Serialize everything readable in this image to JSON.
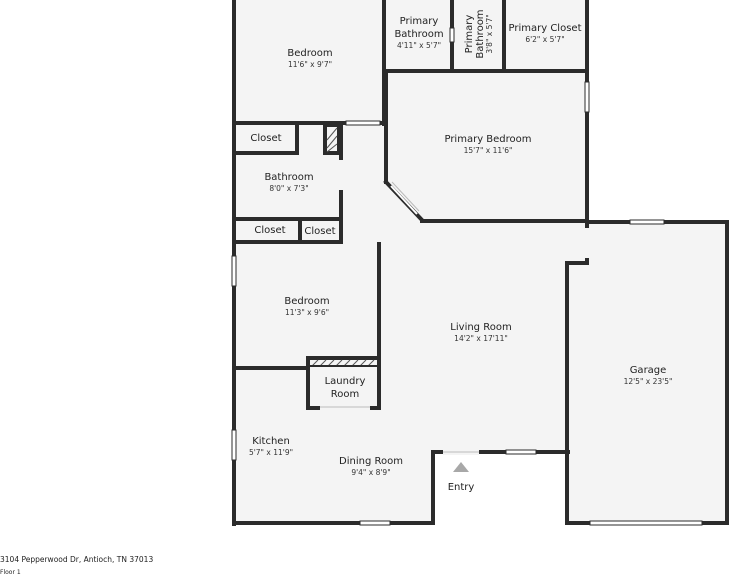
{
  "colors": {
    "wall": "#2b2b2b",
    "floor": "#f4f4f4",
    "window": "#ffffff",
    "text": "#222222"
  },
  "rooms": {
    "bedroom_top": {
      "name": "Bedroom",
      "dims": "11'6\" x 9'7\""
    },
    "primary_bathroom": {
      "name_line1": "Primary",
      "name_line2": "Bathroom",
      "dims": "4'11\" x 5'7\""
    },
    "primary_bathroom_small": {
      "name_line1": "Primary",
      "name_line2": "Bathroom",
      "dims": "3'8\" x 5'7\""
    },
    "primary_closet": {
      "name": "Primary Closet",
      "dims": "6'2\" x 5'7\""
    },
    "closet_1": {
      "name": "Closet"
    },
    "primary_bedroom": {
      "name": "Primary Bedroom",
      "dims": "15'7\" x 11'6\""
    },
    "bathroom": {
      "name": "Bathroom",
      "dims": "8'0\" x 7'3\""
    },
    "closet_2": {
      "name": "Closet"
    },
    "closet_3": {
      "name": "Closet"
    },
    "bedroom_mid": {
      "name": "Bedroom",
      "dims": "11'3\" x 9'6\""
    },
    "living_room": {
      "name": "Living Room",
      "dims": "14'2\" x 17'11\""
    },
    "garage": {
      "name": "Garage",
      "dims": "12'5\" x 23'5\""
    },
    "laundry_room": {
      "name_line1": "Laundry",
      "name_line2": "Room"
    },
    "kitchen": {
      "name": "Kitchen",
      "dims": "5'7\" x 11'9\""
    },
    "dining_room": {
      "name": "Dining Room",
      "dims": "9'4\" x 8'9\""
    },
    "entry": {
      "name": "Entry"
    }
  },
  "footer": {
    "address": "3104 Pepperwood Dr, Antioch, TN 37013",
    "floor": "Floor 1"
  }
}
